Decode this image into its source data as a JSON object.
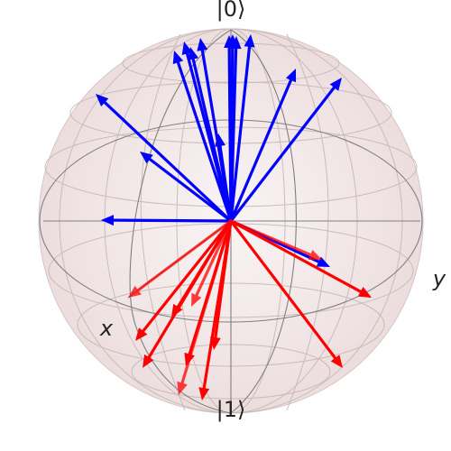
{
  "labels": {
    "top_pole": "|0⟩",
    "bottom_pole": "|1⟩",
    "x_axis": "x",
    "y_axis": "y"
  },
  "colors": {
    "sphere_fill": "#ecdcdc",
    "wire": "#808080",
    "upper_vectors": "#0000ff",
    "lower_vectors": "#ff0000"
  },
  "vectors": {
    "upper": [
      {
        "to": [
          106,
          104
        ]
      },
      {
        "to": [
          112,
          244
        ]
      },
      {
        "to": [
          155,
          168
        ]
      },
      {
        "to": [
          193,
          56
        ]
      },
      {
        "to": [
          204,
          46
        ]
      },
      {
        "to": [
          211,
          52
        ]
      },
      {
        "to": [
          222,
          42
        ]
      },
      {
        "to": [
          242,
          148
        ]
      },
      {
        "to": [
          254,
          39
        ]
      },
      {
        "to": [
          258,
          38
        ]
      },
      {
        "to": [
          262,
          40
        ]
      },
      {
        "to": [
          278,
          38
        ]
      },
      {
        "to": [
          328,
          76
        ]
      },
      {
        "to": [
          379,
          86
        ]
      },
      {
        "to": [
          366,
          296
        ]
      }
    ],
    "lower": [
      {
        "to": [
          142,
          330
        ],
        "alpha": 0.75
      },
      {
        "to": [
          150,
          378
        ]
      },
      {
        "to": [
          158,
          408
        ]
      },
      {
        "to": [
          190,
          352
        ]
      },
      {
        "to": [
          206,
          406
        ]
      },
      {
        "to": [
          198,
          438
        ],
        "alpha": 0.75
      },
      {
        "to": [
          212,
          340
        ],
        "alpha": 0.75
      },
      {
        "to": [
          224,
          444
        ]
      },
      {
        "to": [
          237,
          388
        ]
      },
      {
        "to": [
          357,
          288
        ],
        "alpha": 0.75
      },
      {
        "to": [
          412,
          330
        ]
      },
      {
        "to": [
          380,
          408
        ]
      }
    ]
  }
}
